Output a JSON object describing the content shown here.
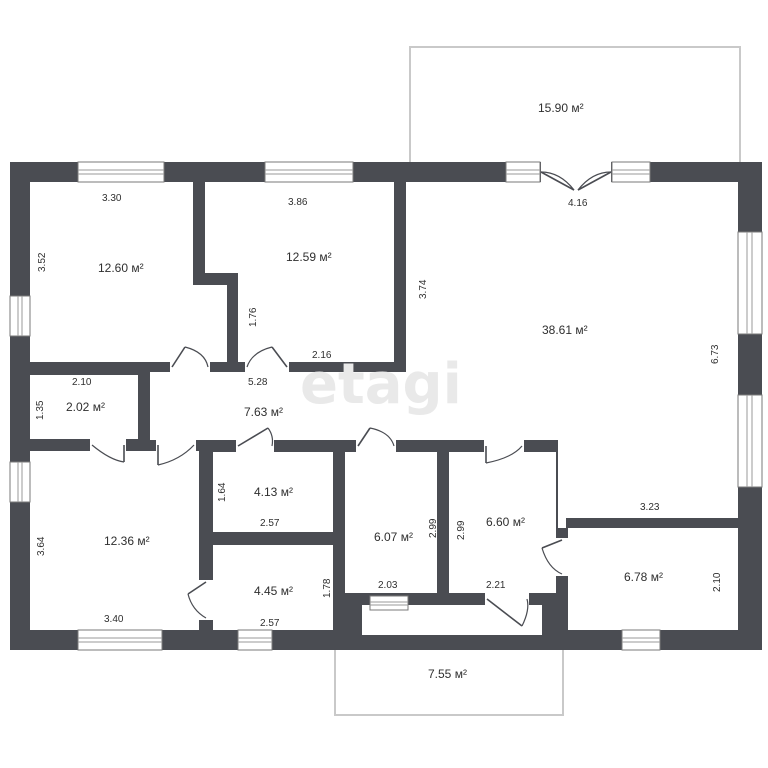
{
  "watermark": "etagi",
  "rooms": [
    {
      "id": "balcony-top",
      "area": "15.90 м²"
    },
    {
      "id": "bedroom-1",
      "area": "12.60 м²"
    },
    {
      "id": "bedroom-2",
      "area": "12.59 м²"
    },
    {
      "id": "living-room",
      "area": "38.61 м²"
    },
    {
      "id": "closet",
      "area": "2.02 м²"
    },
    {
      "id": "hallway",
      "area": "7.63 м²"
    },
    {
      "id": "bedroom-3",
      "area": "12.36 м²"
    },
    {
      "id": "bathroom",
      "area": "4.13 м²"
    },
    {
      "id": "toilet",
      "area": "4.45 м²"
    },
    {
      "id": "room-607",
      "area": "6.07 м²"
    },
    {
      "id": "room-660",
      "area": "6.60 м²"
    },
    {
      "id": "room-678",
      "area": "6.78 м²"
    },
    {
      "id": "balcony-bottom",
      "area": "7.55 м²"
    }
  ],
  "dimensions": {
    "bed1_width": "3.30",
    "bed1_height": "3.52",
    "bed2_width": "3.86",
    "bed2_inner": "1.76",
    "bed2_bottom": "2.16",
    "living_left": "3.74",
    "living_top": "4.16",
    "living_right": "6.73",
    "living_bottom": "3.23",
    "closet_width": "2.10",
    "closet_height": "1.35",
    "hall_width": "5.28",
    "bath_height": "1.64",
    "bath_width": "2.57",
    "bed3_height": "3.64",
    "bed3_width": "3.40",
    "toilet_width": "2.57",
    "toilet_height": "1.78",
    "r607_height": "2.99",
    "r607_width": "2.03",
    "r660_height": "2.99",
    "r660_width": "2.21",
    "r678_height": "2.10"
  }
}
